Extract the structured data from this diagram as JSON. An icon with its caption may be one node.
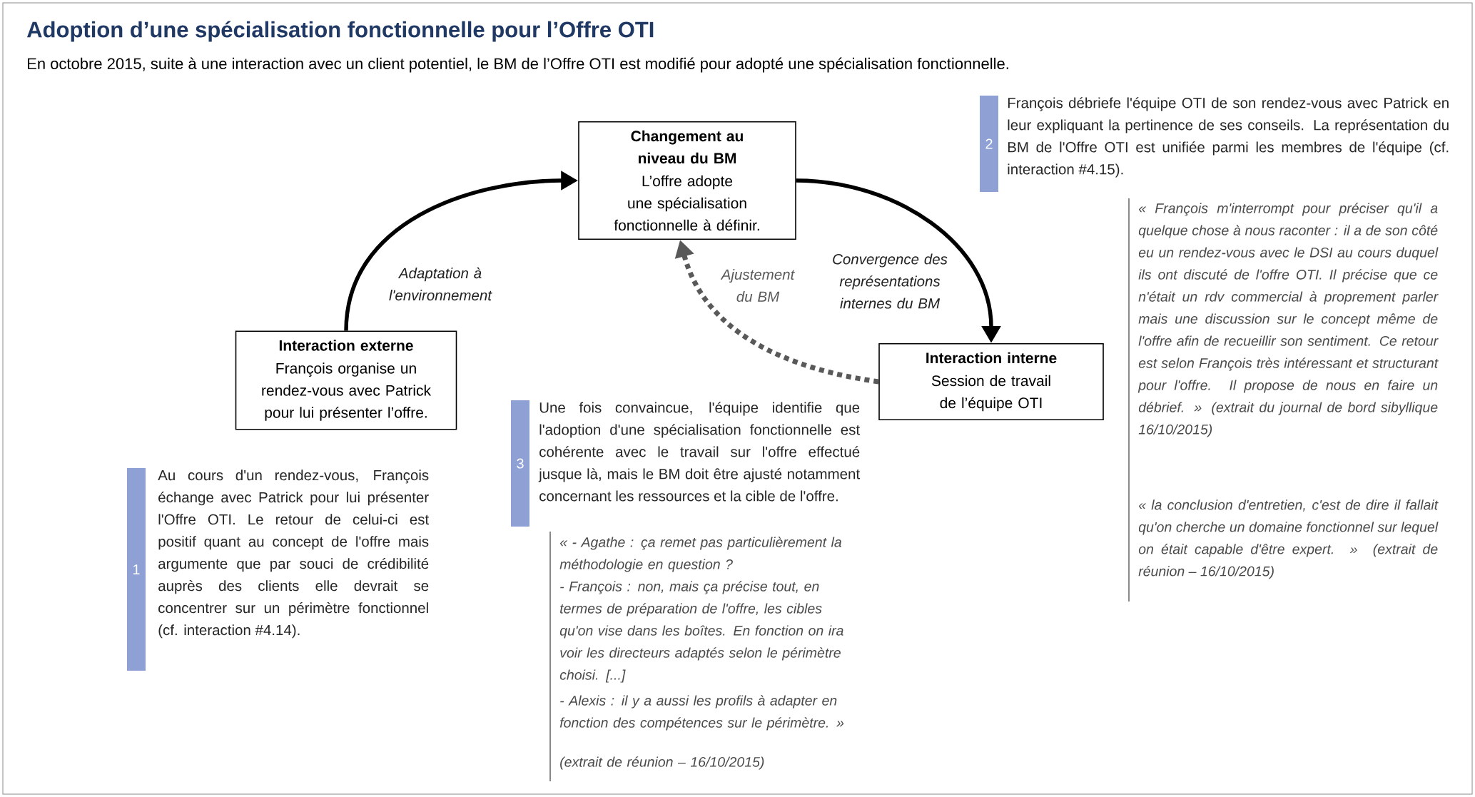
{
  "diagram": {
    "title": "Adoption d’une spécialisation fonctionnelle pour l’Offre OTI",
    "caption": "En octobre 2015, suite à une interaction avec un client potentiel, le BM de l’Offre OTI est modifié pour adopté une spécialisation fonctionnelle.",
    "nodes": [
      {
        "text": [
          "Changement au niveau du BM",
          "L’offre adopte une spécialisation fonctionnelle à définir."
        ]
      },
      {
        "text": [
          "Interaction externe",
          "François organise un rendez-vous avec Patrick pour lui présenter l’offre."
        ]
      },
      {
        "text": [
          "Interaction interne",
          "Session de travail de l’équipe OTI"
        ]
      },
      {
        "text": [
          "1",
          "Au cours d'un rendez-vous, François échange avec Patrick pour lui présenter l'Offre OTI. Le retour de celui-ci est positif quant au concept de l'offre mais argumente que par souci de crédibilité auprès des clients elle devrait se concentrer sur un périmètre fonctionnel (cf. interaction #4.14)."
        ]
      },
      {
        "text": [
          "2",
          "François débriefe l'équipe OTI de son rendez-vous avec Patrick en leur expliquant la pertinence de ses conseils. La représentation du BM de l'Offre OTI est unifiée parmi les membres de l'équipe (cf. interaction #4.15)."
        ]
      },
      {
        "text": [
          "3",
          "Une fois convaincue, l'équipe identifie que l'adoption d'une spécialisation fonctionnelle est cohérente avec le travail sur l'offre effectué jusque là, mais le BM doit être ajusté notamment concernant les ressources et la cible de l'offre."
        ]
      }
    ],
    "edges": [
      {
        "from": 1,
        "to": 0,
        "arrow": "to",
        "label": "Adaptation à l'environnement"
      },
      {
        "from": 0,
        "to": 2,
        "arrow": "to",
        "label": "Convergence des représentations internes du BM"
      },
      {
        "from": 2,
        "to": 0,
        "arrow": "to",
        "label": "Ajustement du BM",
        "style": "dashed",
        "color": "#595959"
      }
    ],
    "labels": [
      "« François m'interrompt pour préciser qu'il a quelque chose à nous raconter : il a de son côté eu un rendez-vous avec le DSI au cours duquel ils ont discuté de l'offre OTI. Il précise que ce n'était un rdv commercial à proprement parler mais une discussion sur le concept même de l'offre afin de recueillir son sentiment. Ce retour est selon François très intéressant et structurant pour l'offre. Il propose de nous en faire un débrief. » (extrait du journal de bord sibyllique 16/10/2015)",
      "« la conclusion d'entretien, c'est de dire il fallait qu'on cherche un domaine fonctionnel sur lequel on était capable d'être expert. » (extrait de réunion – 16/10/2015)",
      "« - Agathe : ça remet pas particulièrement la méthodologie en question ?",
      "- François : non, mais ça précise tout, en termes de préparation de l'offre, les cibles qu'on vise dans les boîtes. En fonction on ira voir les directeurs adaptés selon le périmètre choisi. [...]",
      "- Alexis : il y a aussi les profils à adapter en fonction des compétences sur le périmètre. »",
      "(extrait de réunion – 16/10/2015)"
    ]
  }
}
